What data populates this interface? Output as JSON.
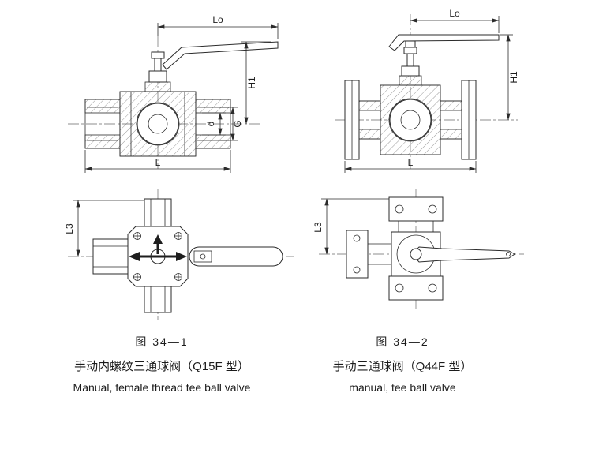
{
  "figure1": {
    "number": "图 34—1",
    "caption_cn": "手动内螺纹三通球阀（Q15F 型）",
    "caption_en": "Manual, female thread tee ball valve",
    "dims": {
      "lo": "Lo",
      "h1": "H1",
      "l": "L",
      "l3": "L3",
      "d": "d",
      "g": "G"
    }
  },
  "figure2": {
    "number": "图 34—2",
    "caption_cn": "手动三通球阀（Q44F 型）",
    "caption_en": "manual, tee ball valve",
    "dims": {
      "lo": "Lo",
      "h1": "H1",
      "l": "L",
      "l3": "L3"
    }
  }
}
